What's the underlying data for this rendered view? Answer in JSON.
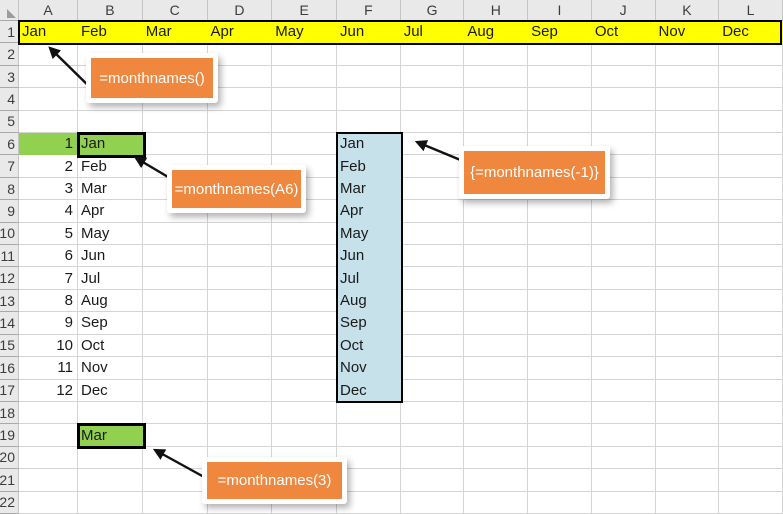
{
  "sheet": {
    "columns": [
      "A",
      "B",
      "C",
      "D",
      "E",
      "F",
      "G",
      "H",
      "I",
      "J",
      "K",
      "L"
    ],
    "rows": [
      "1",
      "2",
      "3",
      "4",
      "5",
      "6",
      "7",
      "8",
      "9",
      "10",
      "11",
      "12",
      "13",
      "14",
      "15",
      "16",
      "17",
      "18",
      "19",
      "20",
      "21",
      "22"
    ],
    "row1_months": [
      "Jan",
      "Feb",
      "Mar",
      "Apr",
      "May",
      "Jun",
      "Jul",
      "Aug",
      "Sep",
      "Oct",
      "Nov",
      "Dec"
    ],
    "list_numbers": [
      "1",
      "2",
      "3",
      "4",
      "5",
      "6",
      "7",
      "8",
      "9",
      "10",
      "11",
      "12"
    ],
    "list_months": [
      "Jan",
      "Feb",
      "Mar",
      "Apr",
      "May",
      "Jun",
      "Jul",
      "Aug",
      "Sep",
      "Oct",
      "Nov",
      "Dec"
    ],
    "array_months": [
      "Jan",
      "Feb",
      "Mar",
      "Apr",
      "May",
      "Jun",
      "Jul",
      "Aug",
      "Sep",
      "Oct",
      "Nov",
      "Dec"
    ],
    "b19_value": "Mar"
  },
  "callouts": [
    {
      "label": "=monthnames()"
    },
    {
      "label": "=monthnames(A6)"
    },
    {
      "label": "{=monthnames(-1)}"
    },
    {
      "label": "=monthnames(3)"
    }
  ],
  "colors": {
    "highlight_yellow": "#FFFF00",
    "highlight_green": "#92D050",
    "highlight_blue": "#C7E1EB",
    "callout_orange": "#EF873F",
    "arrow_black": "#111111"
  }
}
